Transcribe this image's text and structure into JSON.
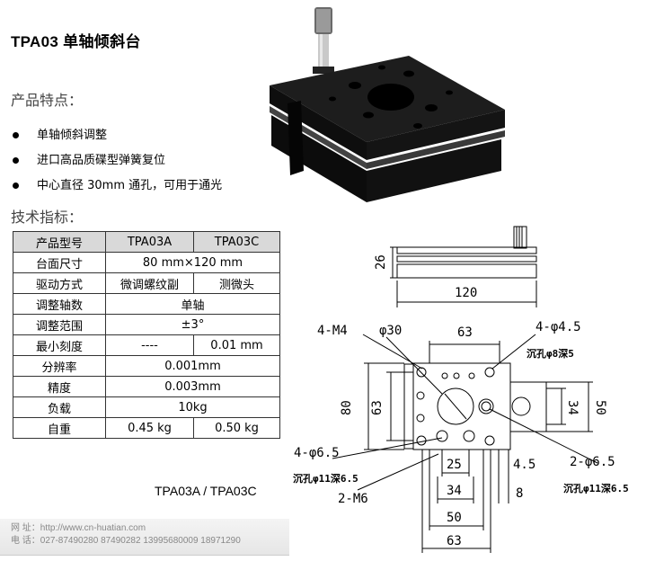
{
  "title": "TPA03  单轴倾斜台",
  "features_heading": "产品特点：",
  "features": [
    "单轴倾斜调整",
    "进口高品质碟型弹簧复位",
    "中心直径 30mm 通孔，可用于通光"
  ],
  "specs_heading": "技术指标：",
  "spec_table": {
    "header": [
      "产品型号",
      "TPA03A",
      "TPA03C"
    ],
    "rows": [
      {
        "label": "台面尺寸",
        "value": "80 mm×120 mm"
      },
      {
        "label": "驱动方式",
        "a": "微调螺纹副",
        "c": "测微头"
      },
      {
        "label": "调整轴数",
        "value": "单轴"
      },
      {
        "label": "调整范围",
        "value": "±3°"
      },
      {
        "label": "最小刻度",
        "a": "----",
        "c": "0.01 mm"
      },
      {
        "label": "分辨率",
        "value": "0.001mm"
      },
      {
        "label": "精度",
        "value": "0.003mm"
      },
      {
        "label": "负载",
        "value": "10kg"
      },
      {
        "label": "自重",
        "a": "0.45 kg",
        "c": "0.50 kg"
      }
    ]
  },
  "caption": "TPA03A / TPA03C",
  "footer": {
    "line1": "网  址：http://www.cn-huatian.com",
    "line2": "电  话：027-87490280   87490282   13995680009   18971290"
  },
  "drawing": {
    "dim_height": "26",
    "dim_width_top": "120",
    "hole_m4": "4-M4",
    "hole_d30": "φ30",
    "dim_63_top": "63",
    "hole_d45": "4-φ4.5",
    "counterbore_8": "沉孔φ8深5",
    "dim_80": "80",
    "dim_63_left": "63",
    "dim_34_right": "34",
    "dim_50_right": "50",
    "hole_d65_4": "4-φ6.5",
    "counterbore_11_left": "沉孔φ11深6.5",
    "hole_m6": "2-M6",
    "dim_25": "25",
    "dim_45_bottom": "4.5",
    "dim_34_bottom": "34",
    "dim_8": "8",
    "hole_d65_2": "2-φ6.5",
    "counterbore_11_right": "沉孔φ11深6.5",
    "dim_50_bottom": "50",
    "dim_63_bottom": "63"
  }
}
